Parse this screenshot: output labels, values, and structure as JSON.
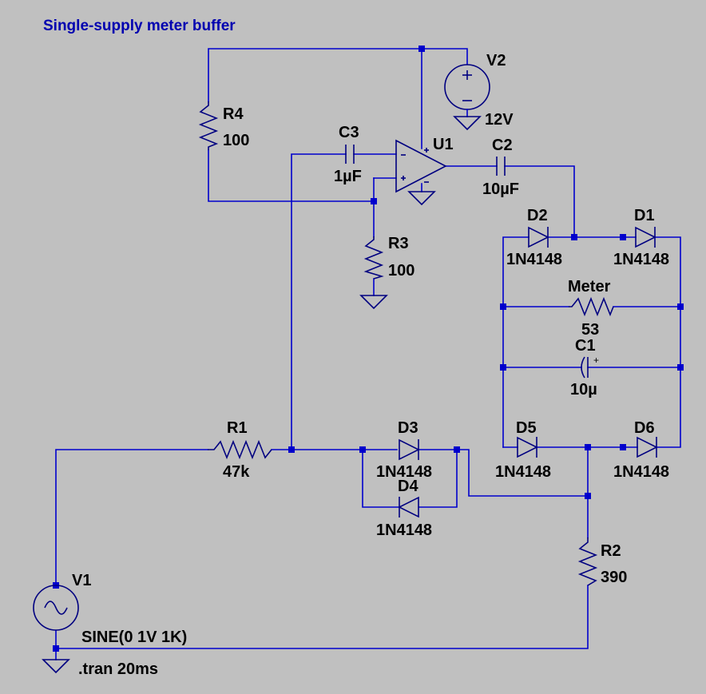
{
  "title": "Single-supply meter buffer",
  "components": {
    "R4": {
      "ref": "R4",
      "value": "100"
    },
    "R3": {
      "ref": "R3",
      "value": "100"
    },
    "R1": {
      "ref": "R1",
      "value": "47k"
    },
    "R2": {
      "ref": "R2",
      "value": "390"
    },
    "C3": {
      "ref": "C3",
      "value": "1µF"
    },
    "C2": {
      "ref": "C2",
      "value": "10µF"
    },
    "C1": {
      "ref": "C1",
      "value": "10µ"
    },
    "U1": {
      "ref": "U1"
    },
    "V2": {
      "ref": "V2",
      "value": "12V"
    },
    "V1": {
      "ref": "V1",
      "value": "SINE(0 1V 1K)"
    },
    "Meter": {
      "ref": "Meter",
      "value": "53"
    },
    "D1": {
      "ref": "D1",
      "value": "1N4148"
    },
    "D2": {
      "ref": "D2",
      "value": "1N4148"
    },
    "D3": {
      "ref": "D3",
      "value": "1N4148"
    },
    "D4": {
      "ref": "D4",
      "value": "1N4148"
    },
    "D5": {
      "ref": "D5",
      "value": "1N4148"
    },
    "D6": {
      "ref": "D6",
      "value": "1N4148"
    }
  },
  "directive": ".tran 20ms",
  "colors": {
    "background": "#c0c0c0",
    "wire": "#0000cc",
    "symbol": "#000080",
    "title": "#0000b0"
  }
}
